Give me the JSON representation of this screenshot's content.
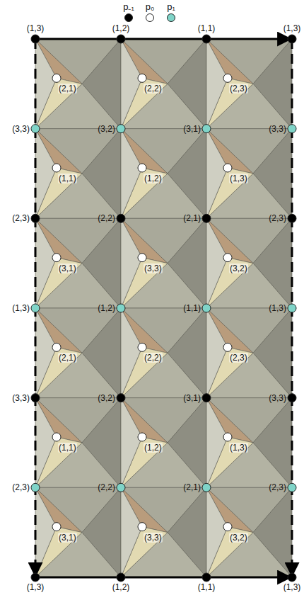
{
  "diagram": {
    "labels": [
      "(1,3)",
      "(1,2)",
      "(1,1)",
      "(1,3)",
      "(2,1)",
      "(2,2)",
      "(2,3)",
      "(3,3)",
      "(3,2)",
      "(3,1)",
      "(3,3)",
      "(1,1)",
      "(1,2)",
      "(1,3)",
      "(2,3)",
      "(2,2)",
      "(2,1)",
      "(2,3)",
      "(3,1)",
      "(3,3)",
      "(3,2)",
      "(1,3)",
      "(1,2)",
      "(1,1)",
      "(1,3)",
      "(2,1)",
      "(2,2)",
      "(2,3)",
      "(3,3)",
      "(3,2)",
      "(3,1)",
      "(3,3)",
      "(1,1)",
      "(1,2)",
      "(1,3)",
      "(2,3)",
      "(2,2)",
      "(2,1)",
      "(2,3)",
      "(3,1)",
      "(3,3)",
      "(3,2)",
      "(1,3)",
      "(1,2)",
      "(1,1)",
      "(1,3)"
    ],
    "legend": [
      {
        "text": "p₋₁",
        "color": "#000000"
      },
      {
        "text": "p₀",
        "color": "#ffffff"
      },
      {
        "text": "p₁",
        "color": "#7fd4c8"
      }
    ]
  }
}
